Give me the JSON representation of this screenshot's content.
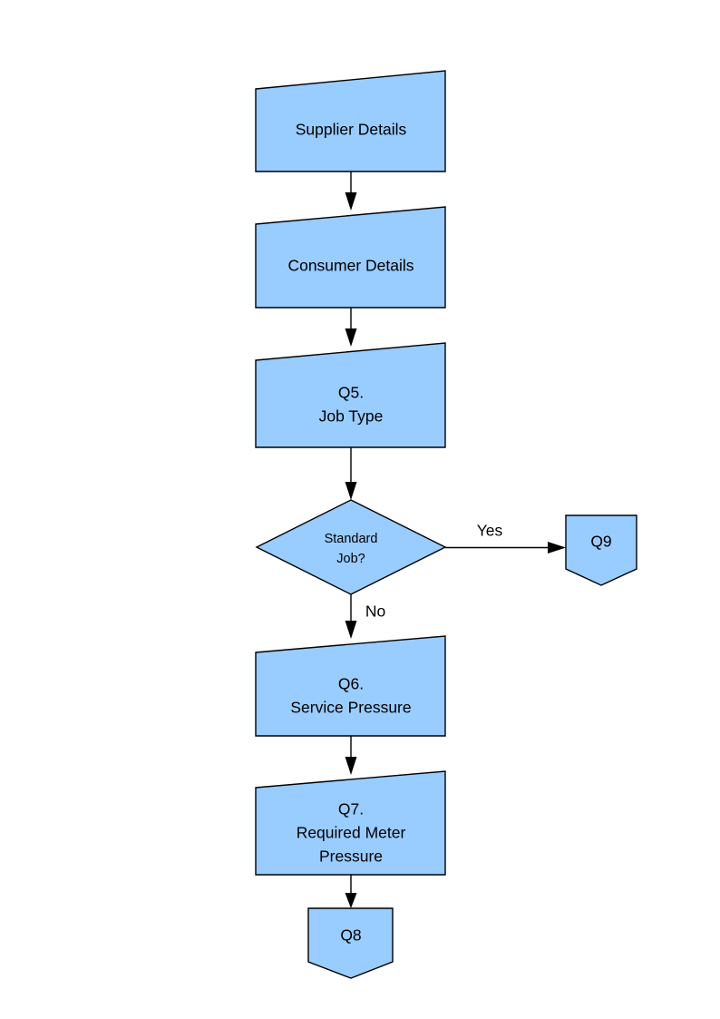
{
  "diagram": {
    "type": "flowchart",
    "background_color": "#ffffff",
    "node_fill_color": "#99ccff",
    "node_stroke_color": "#000000",
    "text_color": "#000000",
    "nodes": [
      {
        "id": "supplier-details",
        "shape": "manual-input",
        "label": "Supplier Details",
        "lines": [
          "Supplier Details"
        ]
      },
      {
        "id": "consumer-details",
        "shape": "manual-input",
        "label": "Consumer Details",
        "lines": [
          "Consumer Details"
        ]
      },
      {
        "id": "q5-job-type",
        "shape": "manual-input",
        "label": "Q5. Job Type",
        "lines": [
          "Q5.",
          "Job Type"
        ]
      },
      {
        "id": "standard-job-decision",
        "shape": "decision",
        "label": "Standard Job?",
        "lines": [
          "Standard",
          "Job?"
        ]
      },
      {
        "id": "q9",
        "shape": "pennant",
        "label": "Q9",
        "lines": [
          "Q9"
        ]
      },
      {
        "id": "q6-service-pressure",
        "shape": "manual-input",
        "label": "Q6. Service Pressure",
        "lines": [
          "Q6.",
          "Service Pressure"
        ]
      },
      {
        "id": "q7-required-meter-pressure",
        "shape": "manual-input",
        "label": "Q7. Required Meter Pressure",
        "lines": [
          "Q7.",
          "Required Meter",
          "Pressure"
        ]
      },
      {
        "id": "q8",
        "shape": "pennant",
        "label": "Q8",
        "lines": [
          "Q8"
        ]
      }
    ],
    "edges": [
      {
        "id": "e1",
        "from": "supplier-details",
        "to": "consumer-details",
        "label": ""
      },
      {
        "id": "e2",
        "from": "consumer-details",
        "to": "q5-job-type",
        "label": ""
      },
      {
        "id": "e3",
        "from": "q5-job-type",
        "to": "standard-job-decision",
        "label": ""
      },
      {
        "id": "e4",
        "from": "standard-job-decision",
        "to": "q9",
        "label": "Yes"
      },
      {
        "id": "e5",
        "from": "standard-job-decision",
        "to": "q6-service-pressure",
        "label": "No"
      },
      {
        "id": "e6",
        "from": "q6-service-pressure",
        "to": "q7-required-meter-pressure",
        "label": ""
      },
      {
        "id": "e7",
        "from": "q7-required-meter-pressure",
        "to": "q8",
        "label": ""
      }
    ]
  }
}
